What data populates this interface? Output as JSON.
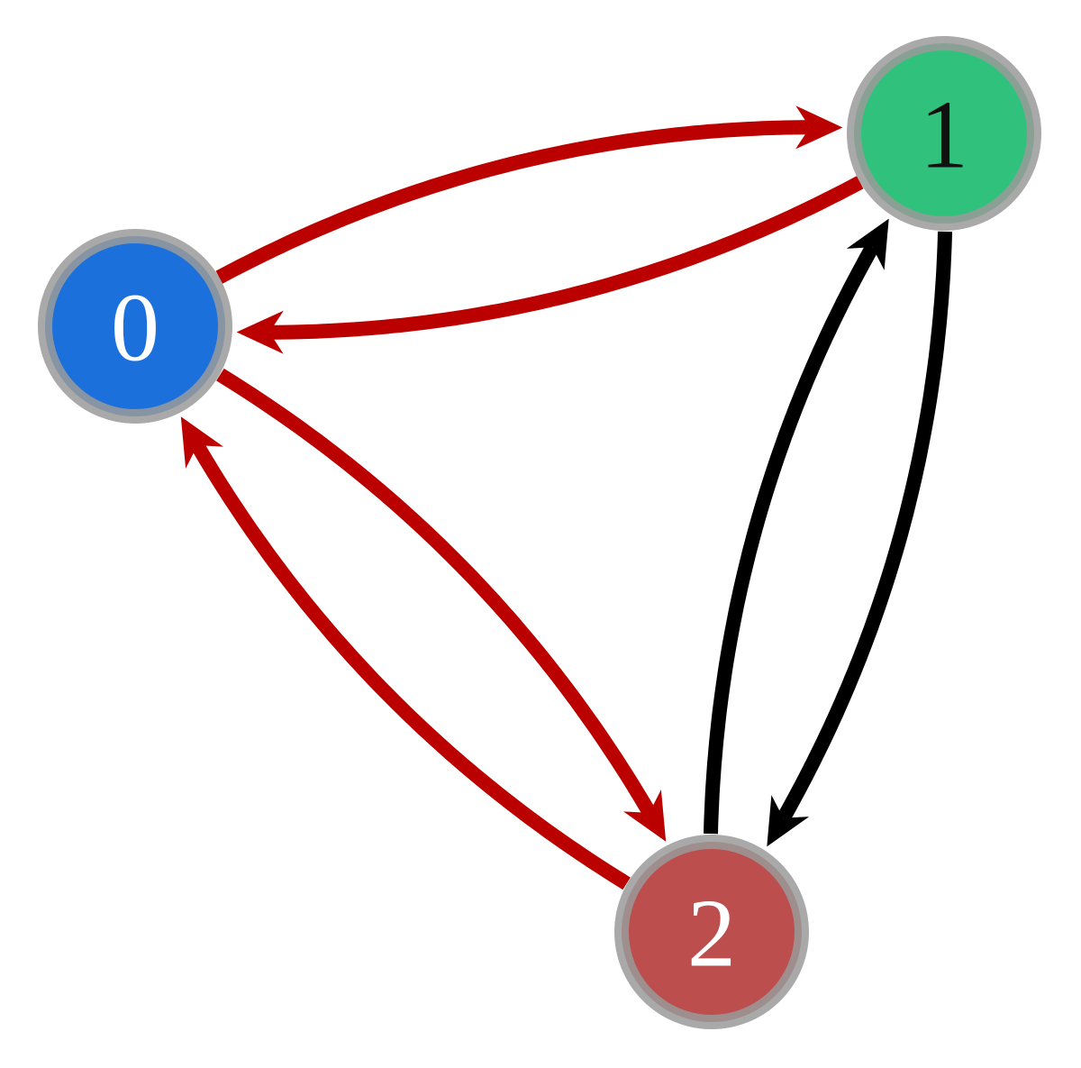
{
  "nodes": [
    {
      "id": "0",
      "label": "0",
      "fill": "#1c70dc",
      "label_color": "#ffffff"
    },
    {
      "id": "1",
      "label": "1",
      "fill": "#30c27c",
      "label_color": "#111111"
    },
    {
      "id": "2",
      "label": "2",
      "fill": "#bc4e4e",
      "label_color": "#ffffff"
    }
  ],
  "edges": [
    {
      "from": "0",
      "to": "1",
      "color": "#bb0000"
    },
    {
      "from": "1",
      "to": "0",
      "color": "#bb0000"
    },
    {
      "from": "0",
      "to": "2",
      "color": "#bb0000"
    },
    {
      "from": "2",
      "to": "0",
      "color": "#bb0000"
    },
    {
      "from": "2",
      "to": "1",
      "color": "#000000"
    },
    {
      "from": "1",
      "to": "2",
      "color": "#000000"
    }
  ],
  "node_ring_color": "#9a9a9a"
}
